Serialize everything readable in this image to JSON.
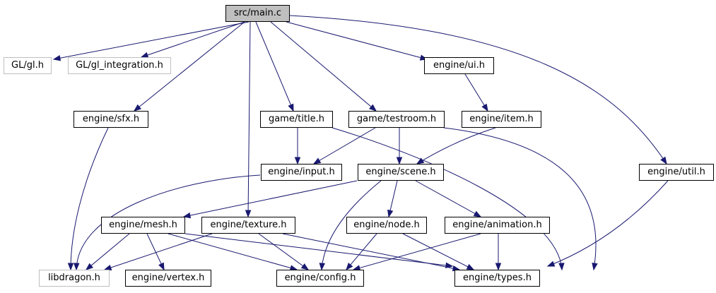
{
  "nodes": [
    {
      "id": "main",
      "label": "src/main.c",
      "kind": "root"
    },
    {
      "id": "gl",
      "label": "GL/gl.h",
      "kind": "ext"
    },
    {
      "id": "glint",
      "label": "GL/gl_integration.h",
      "kind": "ext"
    },
    {
      "id": "ui",
      "label": "engine/ui.h",
      "kind": "int"
    },
    {
      "id": "sfx",
      "label": "engine/sfx.h",
      "kind": "int"
    },
    {
      "id": "title",
      "label": "game/title.h",
      "kind": "int"
    },
    {
      "id": "testroom",
      "label": "game/testroom.h",
      "kind": "int"
    },
    {
      "id": "item",
      "label": "engine/item.h",
      "kind": "int"
    },
    {
      "id": "input",
      "label": "engine/input.h",
      "kind": "int"
    },
    {
      "id": "scene",
      "label": "engine/scene.h",
      "kind": "int"
    },
    {
      "id": "util",
      "label": "engine/util.h",
      "kind": "int"
    },
    {
      "id": "mesh",
      "label": "engine/mesh.h",
      "kind": "int"
    },
    {
      "id": "texture",
      "label": "engine/texture.h",
      "kind": "int"
    },
    {
      "id": "node",
      "label": "engine/node.h",
      "kind": "int"
    },
    {
      "id": "animation",
      "label": "engine/animation.h",
      "kind": "int"
    },
    {
      "id": "libdragon",
      "label": "libdragon.h",
      "kind": "ext"
    },
    {
      "id": "vertex",
      "label": "engine/vertex.h",
      "kind": "int"
    },
    {
      "id": "config",
      "label": "engine/config.h",
      "kind": "int"
    },
    {
      "id": "types",
      "label": "engine/types.h",
      "kind": "int"
    }
  ],
  "edges": [
    [
      "main",
      "gl"
    ],
    [
      "main",
      "glint"
    ],
    [
      "main",
      "ui"
    ],
    [
      "main",
      "sfx"
    ],
    [
      "main",
      "title"
    ],
    [
      "main",
      "testroom"
    ],
    [
      "main",
      "texture"
    ],
    [
      "main",
      "util"
    ],
    [
      "ui",
      "item"
    ],
    [
      "item",
      "scene"
    ],
    [
      "title",
      "input"
    ],
    [
      "title",
      "types"
    ],
    [
      "testroom",
      "input"
    ],
    [
      "testroom",
      "scene"
    ],
    [
      "testroom",
      "types"
    ],
    [
      "sfx",
      "libdragon"
    ],
    [
      "input",
      "libdragon"
    ],
    [
      "scene",
      "mesh"
    ],
    [
      "scene",
      "config"
    ],
    [
      "scene",
      "node"
    ],
    [
      "scene",
      "animation"
    ],
    [
      "util",
      "types"
    ],
    [
      "mesh",
      "libdragon"
    ],
    [
      "mesh",
      "vertex"
    ],
    [
      "mesh",
      "config"
    ],
    [
      "mesh",
      "types"
    ],
    [
      "texture",
      "libdragon"
    ],
    [
      "texture",
      "config"
    ],
    [
      "texture",
      "types"
    ],
    [
      "node",
      "config"
    ],
    [
      "node",
      "types"
    ],
    [
      "animation",
      "config"
    ],
    [
      "animation",
      "types"
    ]
  ],
  "colors": {
    "edge": "#191970",
    "root_fill": "#bfbfbf",
    "ext_border": "#bfbfbf",
    "int_border": "#000000"
  }
}
